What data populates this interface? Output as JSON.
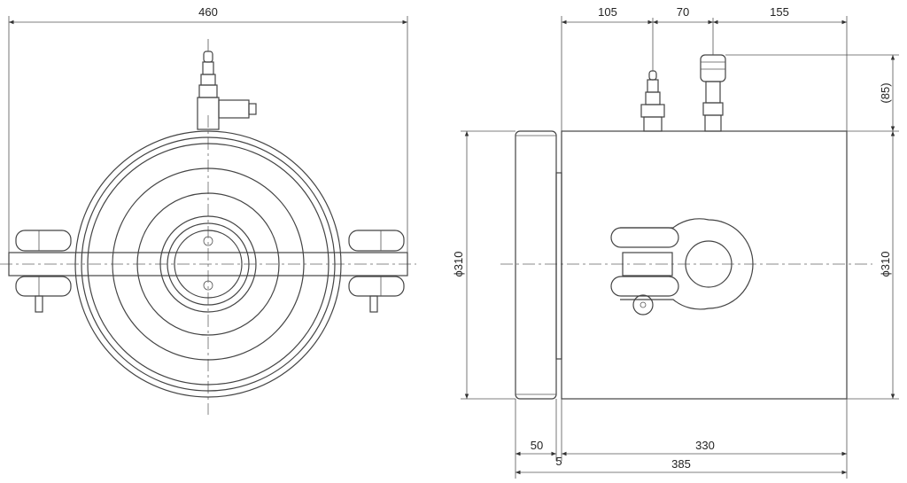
{
  "dimensions": {
    "front_width": "460",
    "top_105": "105",
    "top_70": "70",
    "top_155": "155",
    "right_85": "(85)",
    "left_dia": "ϕ310",
    "right_dia": "ϕ310",
    "bottom_50": "50",
    "bottom_330": "330",
    "bottom_5": "5",
    "bottom_385": "385"
  }
}
